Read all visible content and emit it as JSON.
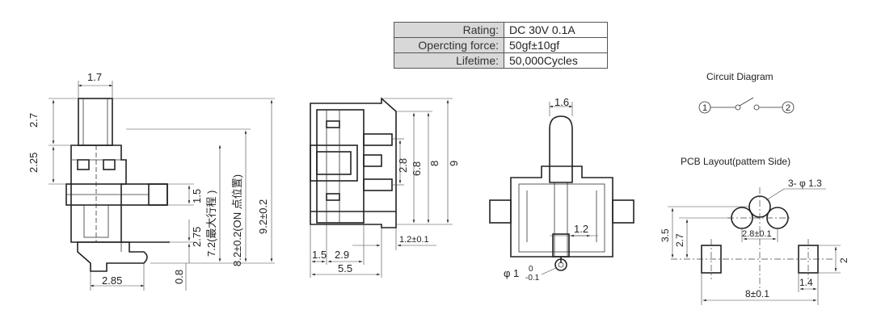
{
  "spec_table": [
    {
      "label": "Rating:",
      "value": "DC 30V  0.1A"
    },
    {
      "label": "Opercting force:",
      "value": "50gf±10gf"
    },
    {
      "label": "Lifetime:",
      "value": "50,000Cycles"
    }
  ],
  "circuit_diagram": {
    "title": "Circuit Diagram",
    "terminal_1": "1",
    "terminal_2": "2"
  },
  "pcb_layout": {
    "title": "PCB Layout(pattem Side)",
    "dims": {
      "holes": "3- φ 1.3",
      "d35": "3.5",
      "d27": "2.7",
      "d28": "2.8±0.1",
      "d2": "2",
      "d14": "1.4",
      "d8": "8±0.1"
    }
  },
  "side_view": {
    "dims": {
      "d17": "1.7",
      "d27": "2.7",
      "d225": "2.25",
      "d15": "1.5",
      "d72": "7.2(最大行程 )",
      "d82": "8.2±0.2(ON 点位置)",
      "d92": "9.2±0.2",
      "d275": "2.75",
      "d08": "0.8",
      "d285": "2.85"
    }
  },
  "front_view": {
    "dims": {
      "d28": "2.8",
      "d68": "6.8",
      "d8": "8",
      "d9": "9",
      "d12": "1.2±0.1",
      "d15": "1.5",
      "d29": "2.9",
      "d55": "5.5"
    }
  },
  "end_view": {
    "dims": {
      "d16": "1.6",
      "d12": "1.2",
      "phi_main": "φ 1",
      "phi_upper": "0",
      "phi_lower": "-0.1"
    }
  }
}
